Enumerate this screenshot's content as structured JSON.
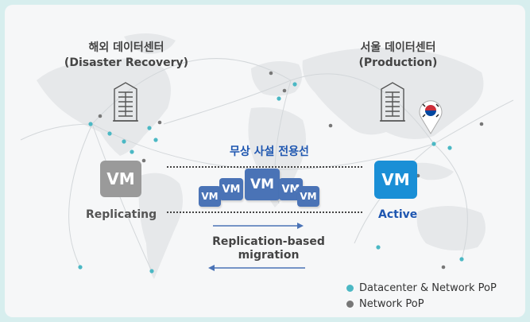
{
  "overseas_dc": {
    "title_line1": "해외 데이터센터",
    "title_line2": "(Disaster Recovery)",
    "vm_label": "VM",
    "status": "Replicating",
    "vm_color": "#9a9a9a"
  },
  "seoul_dc": {
    "title_line1": "서울 데이터센터",
    "title_line2": "(Production)",
    "vm_label": "VM",
    "status": "Active",
    "vm_color": "#1a8fd6",
    "status_color": "#1e56b0"
  },
  "private_line_label": "무상 사설 전용선",
  "replicas": [
    "VM",
    "VM",
    "VM",
    "VM",
    "VM"
  ],
  "migration_line1": "Replication-based",
  "migration_line2": "migration",
  "icons": [
    "building-icon",
    "korea-flag-pin-icon",
    "world-map"
  ],
  "legend": [
    {
      "label": "Datacenter & Network PoP",
      "color": "#4bb8c4"
    },
    {
      "label": "Network PoP",
      "color": "#777777"
    }
  ]
}
